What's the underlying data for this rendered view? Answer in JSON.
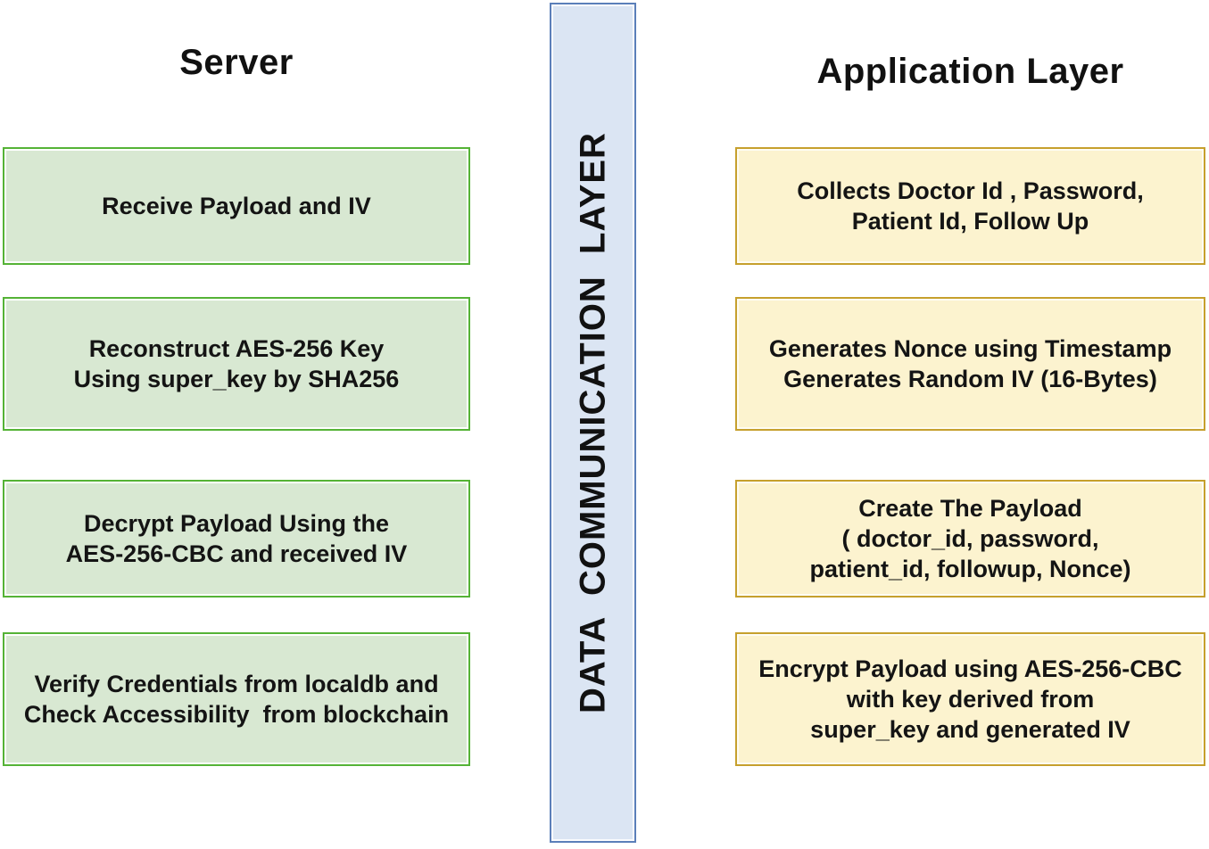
{
  "page": {
    "background_color": "#FFFFFF"
  },
  "server_column": {
    "title": "Server",
    "fill_color": "#D8E8D2",
    "border_color": "#55B336",
    "boxes": [
      {
        "id": "receive-payload",
        "lines": [
          "Receive Payload and IV"
        ]
      },
      {
        "id": "reconstruct-key",
        "lines": [
          "Reconstruct AES-256 Key",
          "Using super_key by SHA256"
        ]
      },
      {
        "id": "decrypt-payload",
        "lines": [
          "Decrypt Payload Using the",
          "AES-256-CBC and received IV"
        ]
      },
      {
        "id": "verify-credentials",
        "lines": [
          "Verify Credentials from localdb and",
          "Check Accessibility  from blockchain"
        ]
      }
    ]
  },
  "communication_bar": {
    "label": "DATA  COMMUNICATION  LAYER",
    "fill_color": "#DBE5F3",
    "border_color": "#5B7FB9"
  },
  "application_column": {
    "title": "Application Layer",
    "fill_color": "#FCF3CF",
    "border_color": "#C6A02D",
    "boxes": [
      {
        "id": "collects-inputs",
        "lines": [
          "Collects Doctor Id , Password,",
          "Patient Id, Follow Up"
        ]
      },
      {
        "id": "generates-nonce",
        "lines": [
          "Generates Nonce using Timestamp",
          "Generates Random IV (16-Bytes)"
        ]
      },
      {
        "id": "create-payload",
        "lines": [
          "Create The Payload",
          "( doctor_id, password,",
          "patient_id, followup, Nonce)"
        ]
      },
      {
        "id": "encrypt-payload",
        "lines": [
          "Encrypt Payload using AES-256-CBC",
          "with key derived from",
          "super_key and generated IV"
        ]
      }
    ]
  }
}
